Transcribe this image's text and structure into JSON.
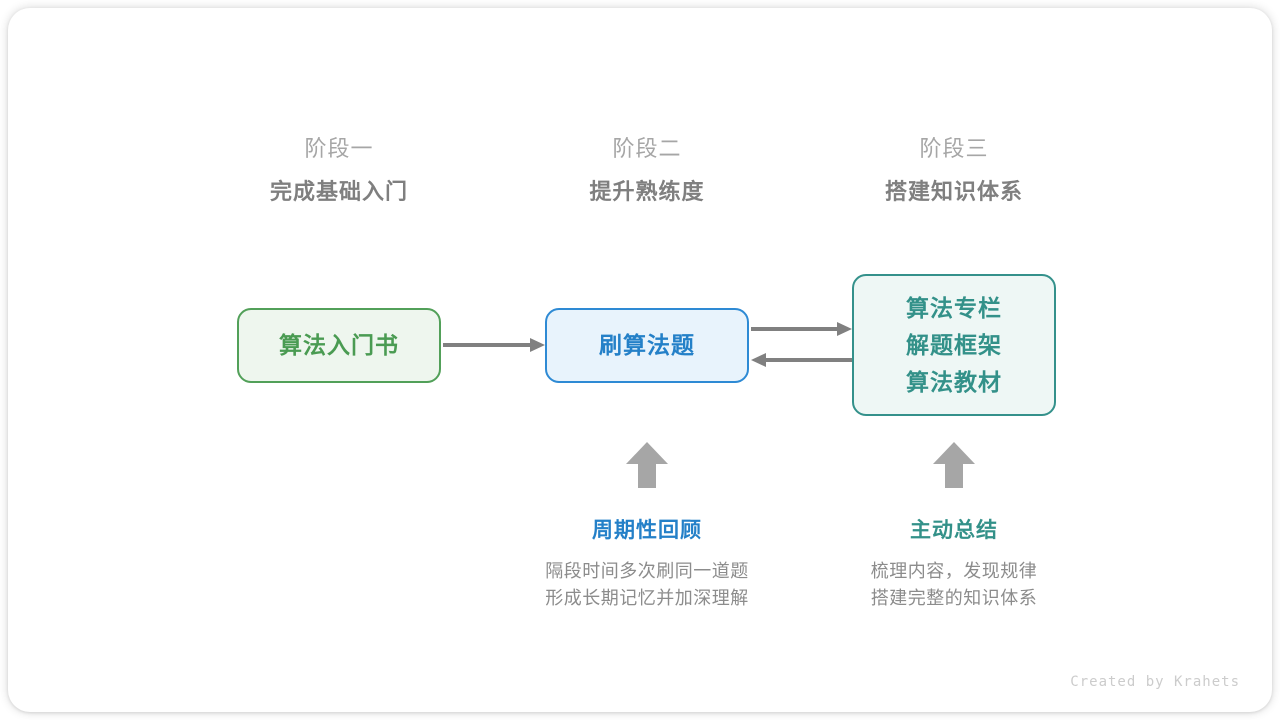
{
  "canvas": {
    "background": "#ffffff",
    "accents": {
      "green": "#4a9b52",
      "blue": "#2480c8",
      "teal": "#339189",
      "gray_arrow": "#808080",
      "gray_block_arrow": "#a6a6a6",
      "gray_text": "#8c8c8c"
    }
  },
  "stages": [
    {
      "index_label": "阶段一",
      "title": "完成基础入门"
    },
    {
      "index_label": "阶段二",
      "title": "提升熟练度"
    },
    {
      "index_label": "阶段三",
      "title": "搭建知识体系"
    }
  ],
  "nodes": {
    "book": {
      "label": "算法入门书",
      "color": "#4a9b52"
    },
    "practice": {
      "label": "刷算法题",
      "color": "#2480c8"
    },
    "resources": {
      "color": "#339189",
      "lines": [
        "算法专栏",
        "解题框架",
        "算法教材"
      ]
    }
  },
  "connectors": [
    {
      "name": "book-to-practice",
      "direction": "right"
    },
    {
      "name": "practice-to-resources",
      "direction": "right"
    },
    {
      "name": "resources-to-practice",
      "direction": "left"
    }
  ],
  "notes": [
    {
      "title": "周期性回顾",
      "title_color": "#2480c8",
      "desc_lines": [
        "隔段时间多次刷同一道题",
        "形成长期记忆并加深理解"
      ]
    },
    {
      "title": "主动总结",
      "title_color": "#339189",
      "desc_lines": [
        "梳理内容，发现规律",
        "搭建完整的知识体系"
      ]
    }
  ],
  "credit": "Created by Krahets"
}
